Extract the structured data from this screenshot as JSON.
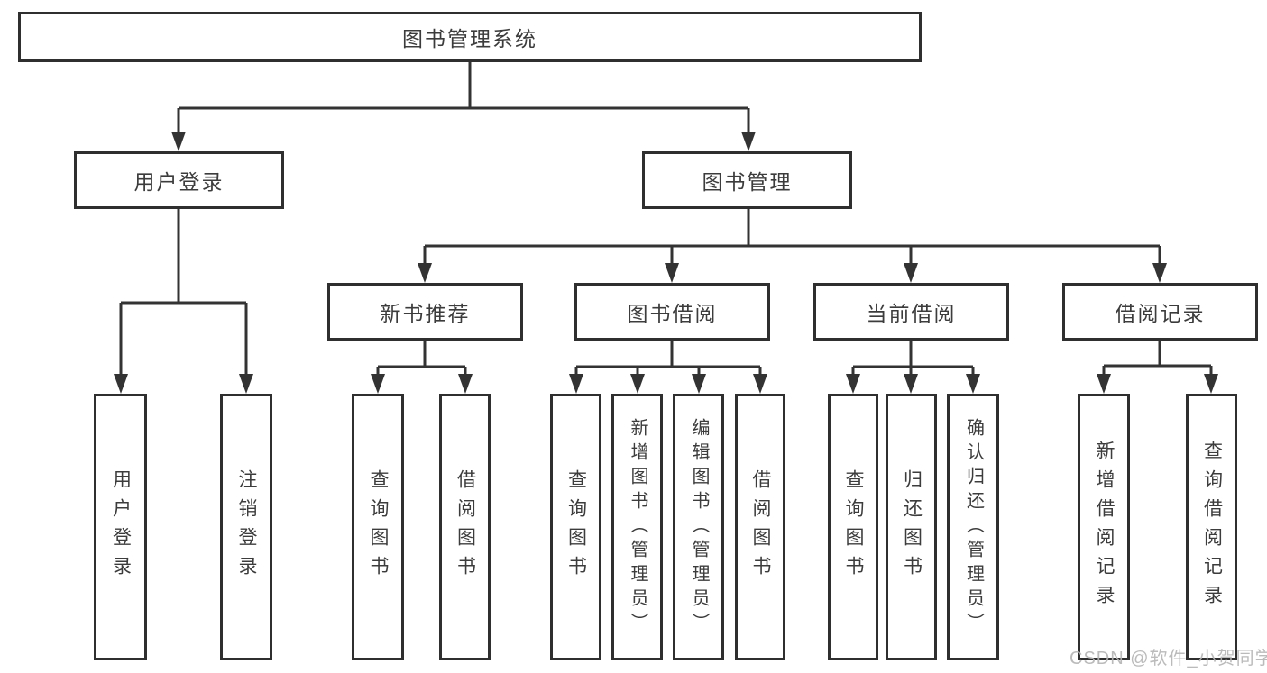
{
  "nodes": {
    "root": "图书管理系统",
    "user_login": "用户登录",
    "book_mgmt": "图书管理",
    "new_book_rec": "新书推荐",
    "book_borrow": "图书借阅",
    "current_borrow": "当前借阅",
    "borrow_records": "借阅记录",
    "leaves": {
      "user_login": [
        "用户登录",
        "注销登录"
      ],
      "new_book_rec": [
        "查询图书",
        "借阅图书"
      ],
      "book_borrow": [
        "查询图书",
        "新增图书（管理员）",
        "编辑图书（管理员）",
        "借阅图书"
      ],
      "current_borrow": [
        "查询图书",
        "归还图书",
        "确认归还（管理员）"
      ],
      "borrow_records": [
        "新增借阅记录",
        "查询借阅记录"
      ]
    }
  },
  "watermark": "CSDN @软件_小贺同学",
  "colors": {
    "line": "#333333",
    "box_border": "#2f2f2f",
    "text": "#3c3c3c",
    "watermark": "#b4b4b4",
    "background": "#ffffff"
  }
}
